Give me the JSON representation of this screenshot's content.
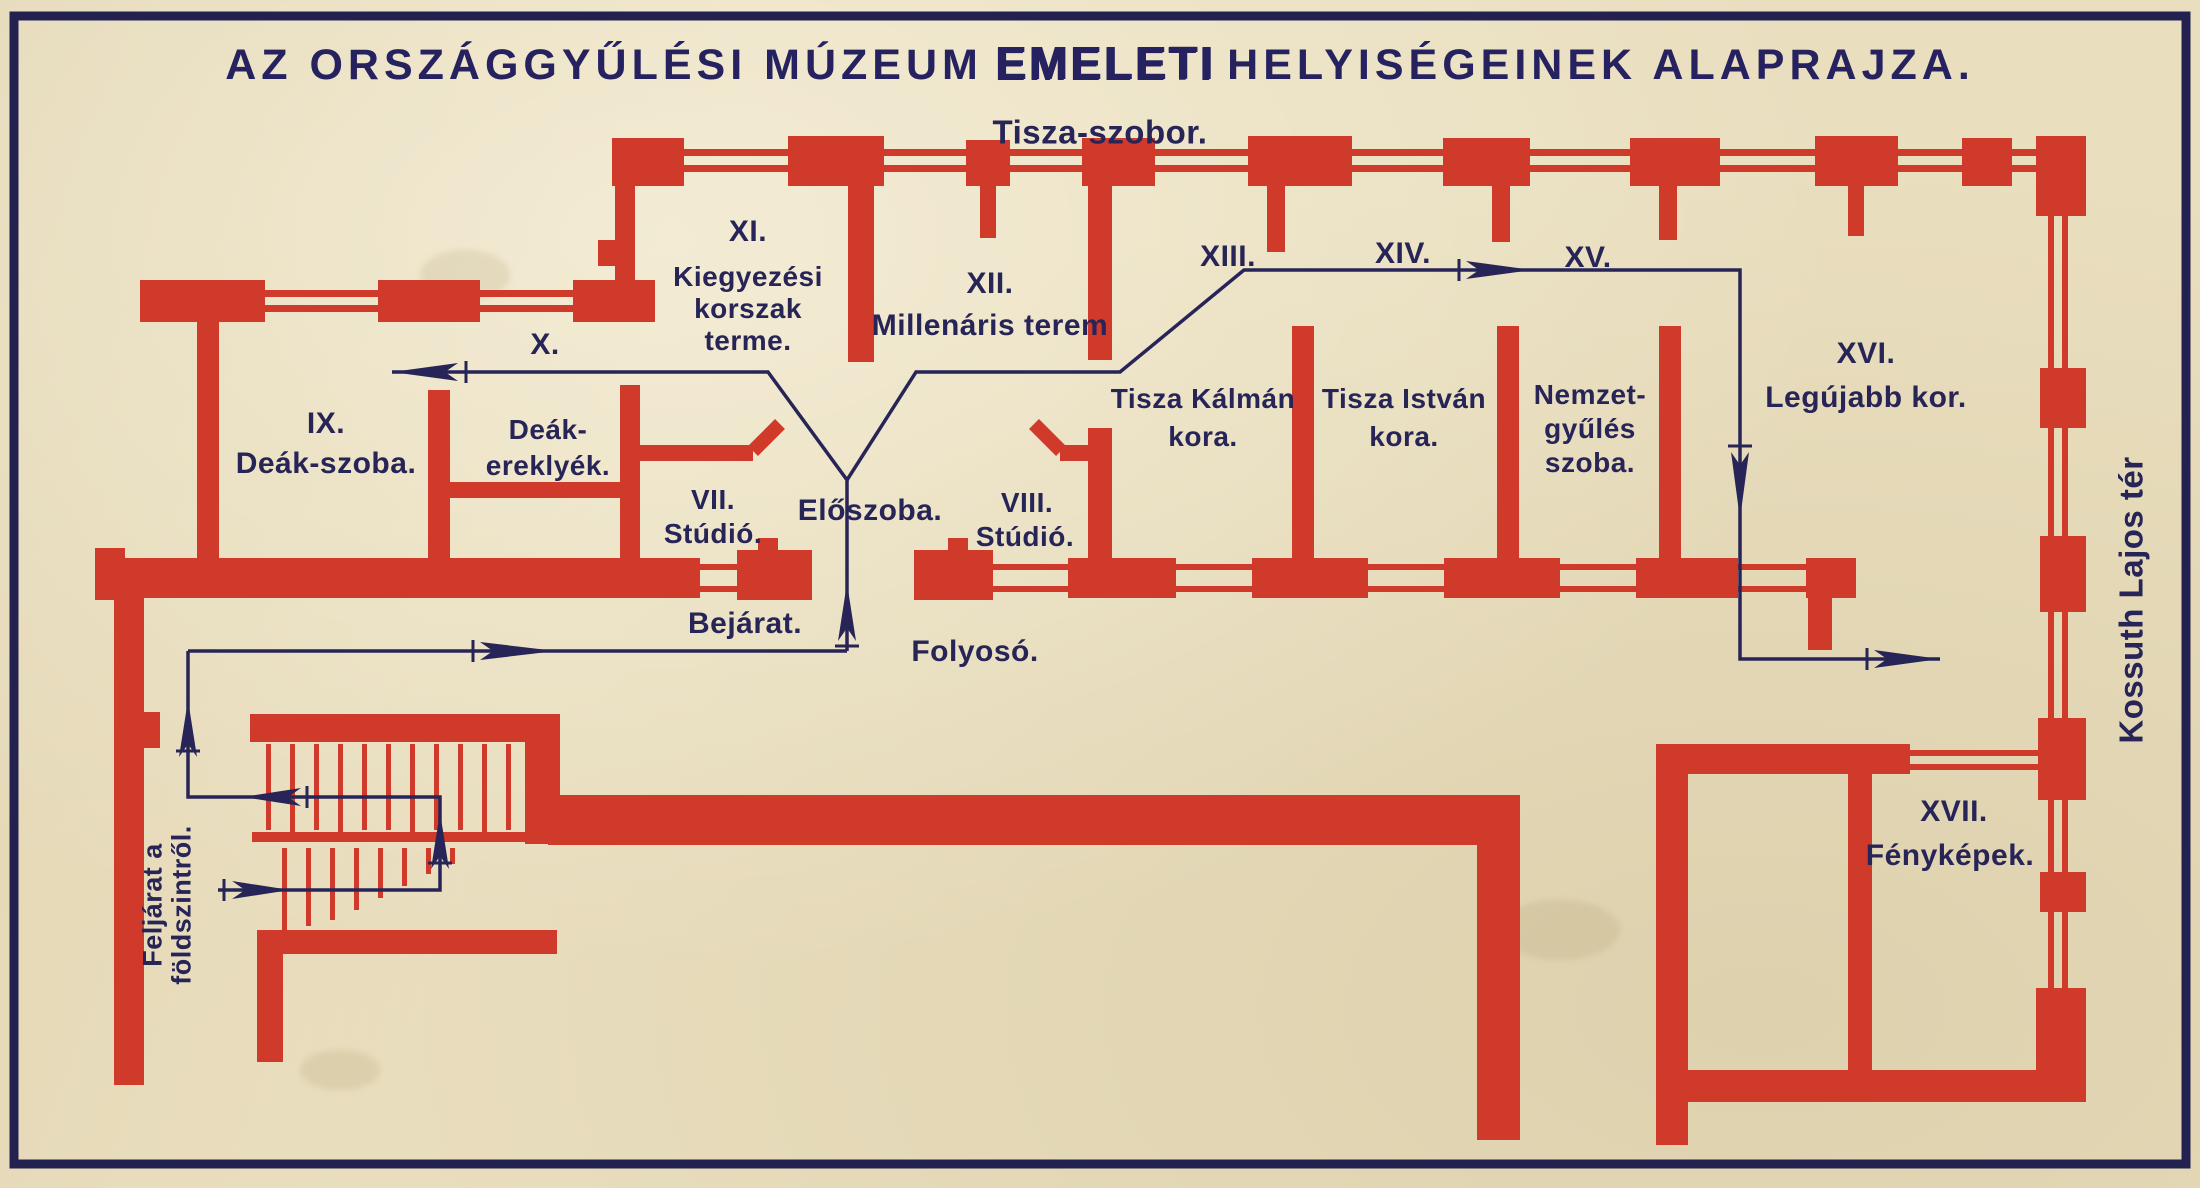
{
  "title": {
    "prefix": "AZ ORSZÁGGYŰLÉSI MÚZEUM",
    "emphasis": "EMELETI",
    "suffix": "HELYISÉGEINEK ALAPRAJZA."
  },
  "top_label": "Tisza-szobor.",
  "street_label": "Kossuth Lajos tér",
  "stairs_label": {
    "line1": "Feljárat a",
    "line2": "földszintről."
  },
  "rooms": {
    "deak_szoba": {
      "numeral": "IX.",
      "name": "Deák-szoba."
    },
    "route_x": {
      "numeral": "X."
    },
    "deak_ereklyek": {
      "line1": "Deák-",
      "line2": "ereklyék."
    },
    "kiegyezesi": {
      "numeral": "XI.",
      "line1": "Kiegyezési",
      "line2": "korszak",
      "line3": "terme."
    },
    "millenaris": {
      "numeral": "XII.",
      "name": "Millenáris terem"
    },
    "studio_vii": {
      "numeral": "VII.",
      "name": "Stúdió."
    },
    "eloszoba": {
      "name": "Előszoba."
    },
    "studio_viii": {
      "numeral": "VIII.",
      "name": "Stúdió."
    },
    "bejarat": {
      "name": "Bejárat."
    },
    "folyoso": {
      "name": "Folyosó."
    },
    "xiii": {
      "numeral": "XIII."
    },
    "xiv": {
      "numeral": "XIV."
    },
    "xv": {
      "numeral": "XV."
    },
    "tisza_kalman": {
      "line1": "Tisza Kálmán",
      "line2": "kora."
    },
    "tisza_istvan": {
      "line1": "Tisza István",
      "line2": "kora."
    },
    "nemzetgyules": {
      "line1": "Nemzet-",
      "line2": "gyűlés",
      "line3": "szoba."
    },
    "legujabb": {
      "numeral": "XVI.",
      "name": "Legújabb kor."
    },
    "fenykepek": {
      "numeral": "XVII.",
      "name": "Fényképek."
    }
  },
  "colors": {
    "paper": "#e9debe",
    "wall_red": "#cf3a2a",
    "ink_navy": "#272457",
    "frame_navy": "#232150"
  }
}
